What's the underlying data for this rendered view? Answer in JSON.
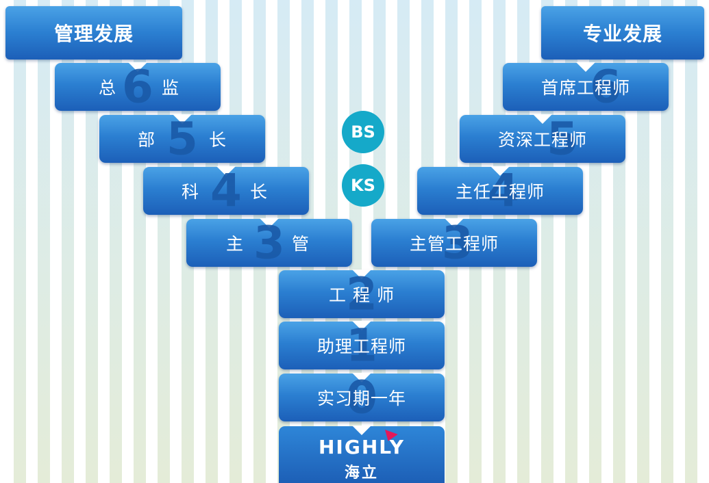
{
  "headers": {
    "management": "管理发展",
    "professional": "专业发展"
  },
  "badges": {
    "bs": "BS",
    "ks": "KS"
  },
  "management": [
    {
      "left": "总",
      "num": "6",
      "right": "监"
    },
    {
      "left": "部",
      "num": "5",
      "right": "长"
    },
    {
      "left": "科",
      "num": "4",
      "right": "长"
    },
    {
      "left": "主",
      "num": "3",
      "right": "管"
    }
  ],
  "professional": [
    {
      "label": "首席工程师",
      "num": "6"
    },
    {
      "label": "资深工程师",
      "num": "5"
    },
    {
      "label": "主任工程师",
      "num": "4"
    },
    {
      "label": "主管工程师",
      "num": "3"
    }
  ],
  "center": [
    {
      "label": "工 程 师",
      "num": "2"
    },
    {
      "label": "助理工程师",
      "num": "1"
    },
    {
      "label": "实习期一年",
      "num": "0"
    }
  ],
  "logo": {
    "brand": "HIGHLY",
    "cn": "海立"
  }
}
